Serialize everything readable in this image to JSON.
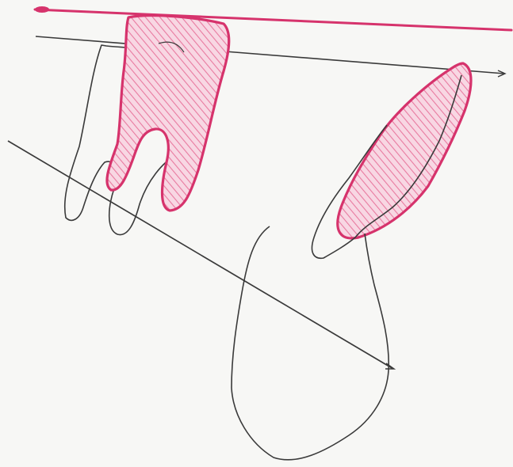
{
  "drawing": {
    "style": "hand-drawn pencil and red ink sketch",
    "colors": {
      "paper": "#f7f7f5",
      "pencil": "#3a3a3a",
      "red_ink": "#d6336c",
      "red_fill": "#e35b8a",
      "hatch": "#f4c6d6"
    },
    "elements": [
      "red-reference-line",
      "upper-reference-line",
      "oblique-reference-line",
      "upper-molar-red",
      "lower-molar-outline",
      "upper-incisor-red",
      "lower-incisor-outline",
      "mandible-outline"
    ]
  }
}
